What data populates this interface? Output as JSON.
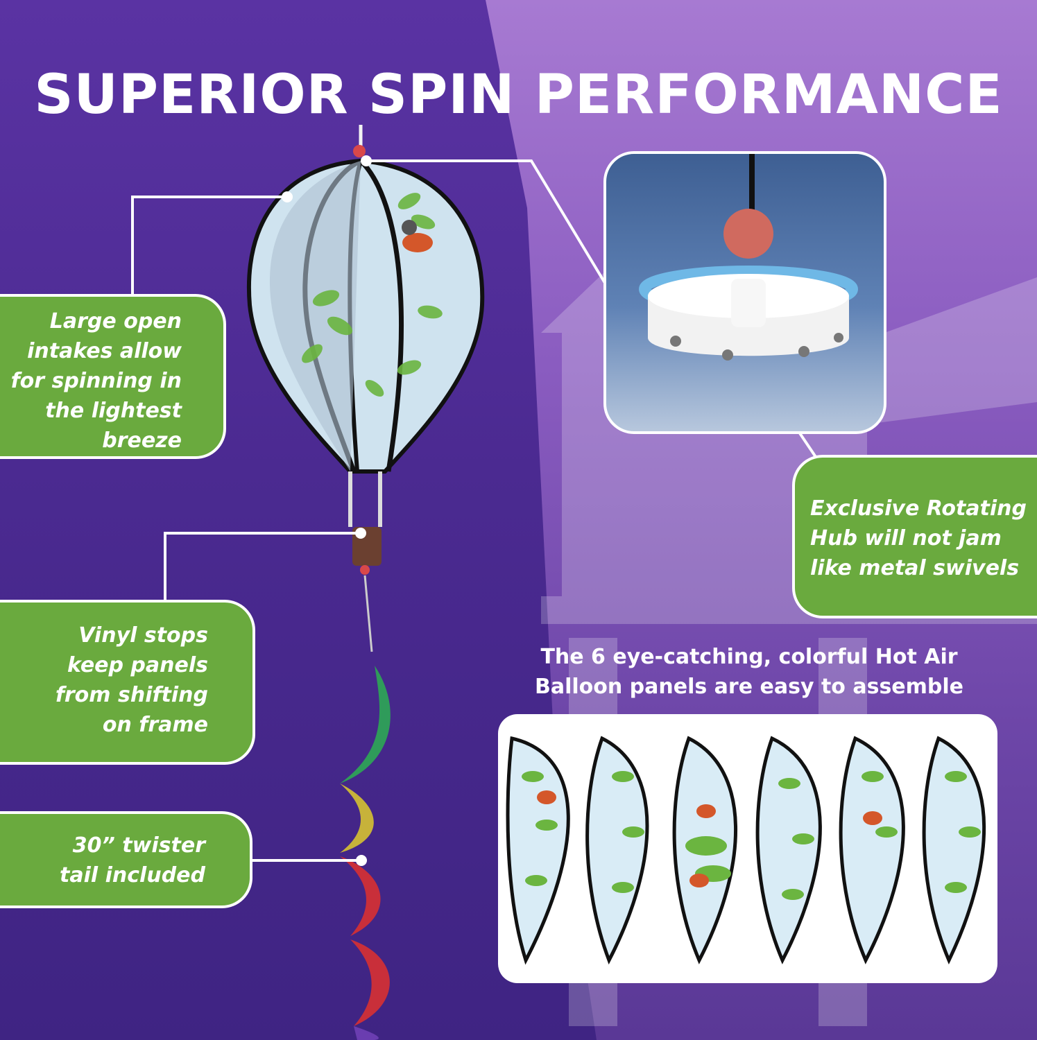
{
  "title": "SUPERIOR SPIN PERFORMANCE",
  "callouts": {
    "intakes": "Large open\nintakes allow\nfor spinning in\nthe lightest\nbreeze",
    "vinyl": "Vinyl stops\nkeep panels\nfrom shifting\non frame",
    "tail": "30” twister\ntail included",
    "hub": "Exclusive Rotating\nHub will not jam\nlike metal swivels"
  },
  "panels_caption": "The 6 eye-catching, colorful Hot Air\nBalloon panels are easy to assemble",
  "colors": {
    "callout_green": "#6aaa3e",
    "purple_dark": "#4b2a91",
    "purple_light": "#a77ad2"
  }
}
